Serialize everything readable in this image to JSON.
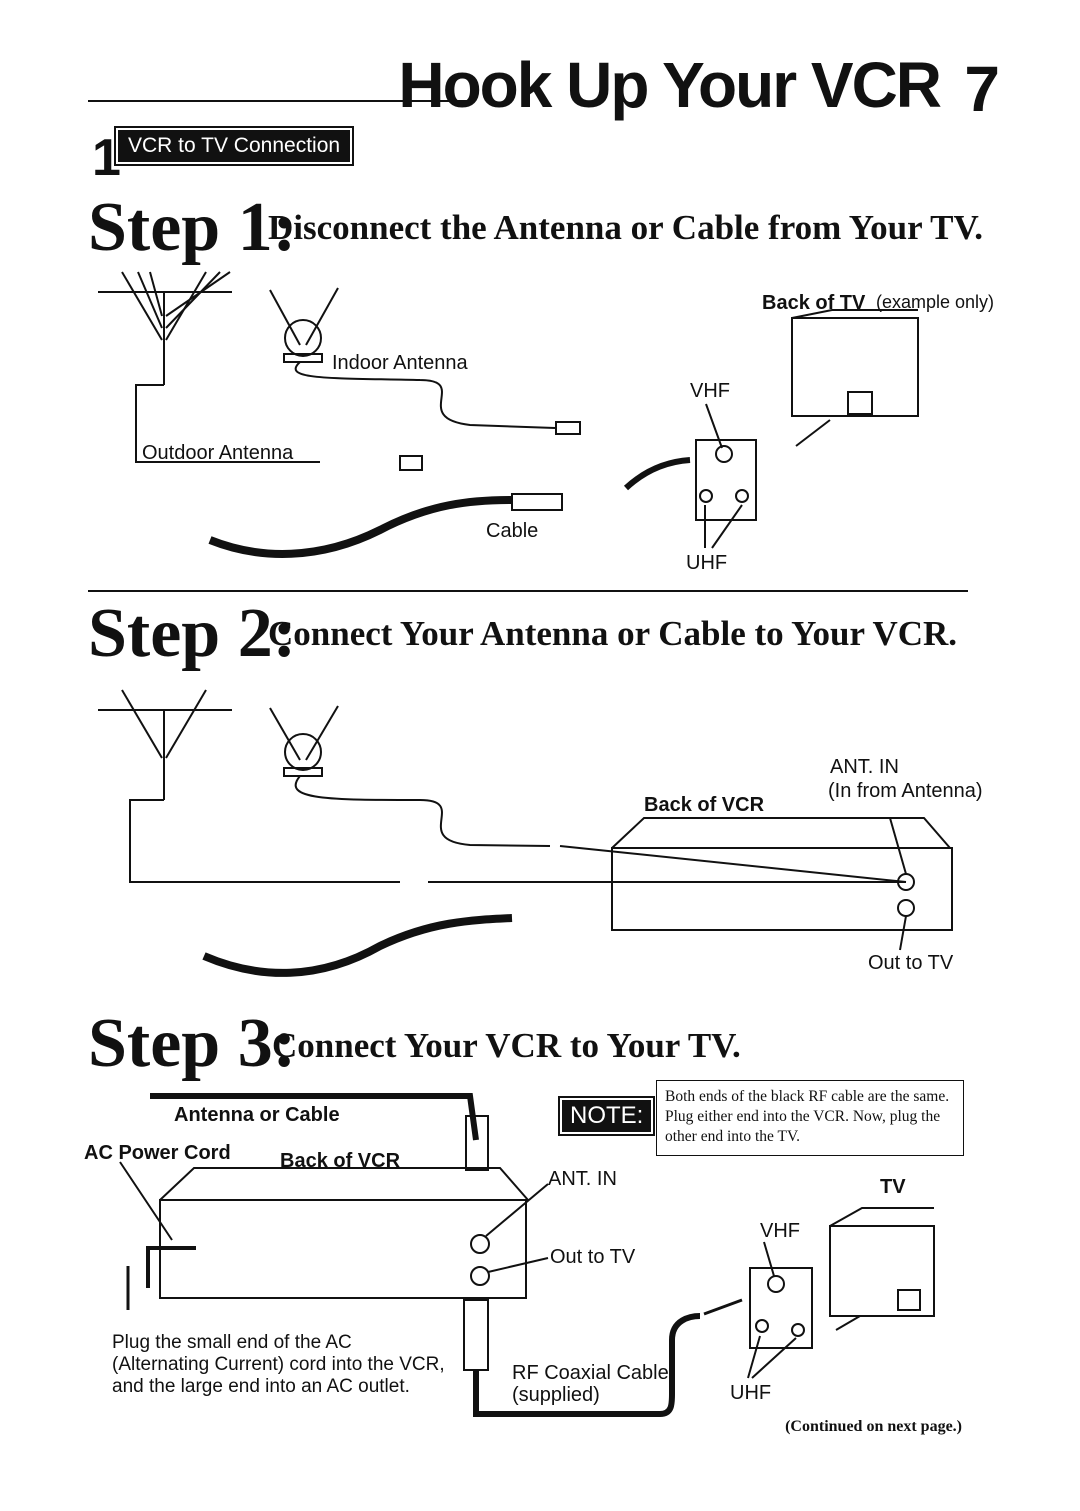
{
  "header": {
    "title": "Hook Up Your VCR",
    "page_number": "7"
  },
  "section": {
    "number": "1",
    "badge": "VCR to TV Connection"
  },
  "step1": {
    "word": "Step 1:",
    "text": "Disconnect the Antenna or Cable from Your TV.",
    "labels": {
      "back_of_tv": "Back of TV",
      "example_only": "(example only)",
      "indoor_antenna": "Indoor Antenna",
      "outdoor_antenna": "Outdoor Antenna",
      "cable": "Cable",
      "vhf": "VHF",
      "uhf": "UHF"
    }
  },
  "step2": {
    "word": "Step 2:",
    "text": "Connect Your Antenna or Cable to Your VCR.",
    "labels": {
      "ant_in": "ANT. IN",
      "in_from_antenna": "(In from Antenna)",
      "back_of_vcr": "Back of VCR",
      "out_to_tv": "Out to TV"
    }
  },
  "step3": {
    "word": "Step 3:",
    "text": "Connect Your VCR to Your TV.",
    "labels": {
      "antenna_or_cable": "Antenna or Cable",
      "ac_power_cord": "AC Power Cord",
      "back_of_vcr": "Back of VCR",
      "ant_in": "ANT. IN",
      "out_to_tv": "Out to TV",
      "tv": "TV",
      "vhf": "VHF",
      "uhf": "UHF",
      "rf_cable_line1": "RF Coaxial Cable",
      "rf_cable_line2": "(supplied)"
    },
    "note_badge": "NOTE:",
    "note_text": "Both ends of the black RF cable are the same. Plug either end into the VCR. Now, plug the other end into the TV.",
    "caption_line1": "Plug the small end of the AC",
    "caption_line2": "(Alternating Current) cord into the VCR,",
    "caption_line3": "and the large end into an AC outlet."
  },
  "footer": {
    "continued": "(Continued on next page.)"
  }
}
